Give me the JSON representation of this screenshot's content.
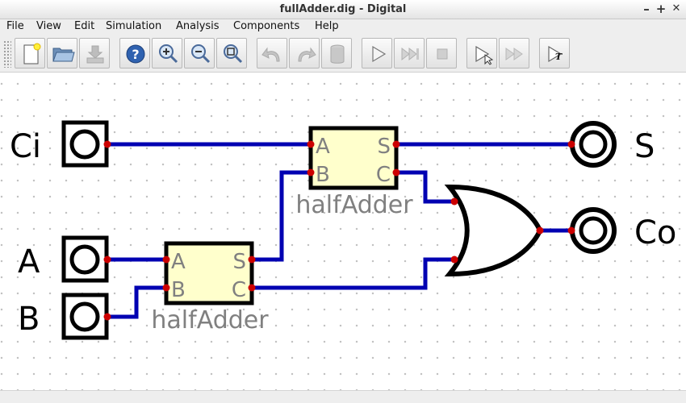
{
  "window": {
    "title": "fullAdder.dig - Digital",
    "minimize": "–",
    "maximize": "+",
    "close": "✕"
  },
  "menu": [
    "File",
    "View",
    "Edit",
    "Simulation",
    "Analysis",
    "Components",
    "Help"
  ],
  "toolbar": {
    "buttons": [
      {
        "name": "new-file-icon",
        "enabled": true
      },
      {
        "name": "open-folder-icon",
        "enabled": true
      },
      {
        "name": "save-icon",
        "enabled": false
      },
      {
        "name": "help-icon",
        "enabled": true
      },
      {
        "name": "zoom-in-icon",
        "enabled": true
      },
      {
        "name": "zoom-out-icon",
        "enabled": true
      },
      {
        "name": "zoom-fit-icon",
        "enabled": true
      },
      {
        "name": "undo-icon",
        "enabled": false
      },
      {
        "name": "redo-icon",
        "enabled": false
      },
      {
        "name": "delete-icon",
        "enabled": false
      },
      {
        "name": "start-simulation-icon",
        "enabled": true
      },
      {
        "name": "fast-run-icon",
        "enabled": false
      },
      {
        "name": "stop-simulation-icon",
        "enabled": false
      },
      {
        "name": "step-icon",
        "enabled": true
      },
      {
        "name": "run-to-break-icon",
        "enabled": false
      },
      {
        "name": "tests-icon",
        "enabled": true
      }
    ]
  },
  "colors": {
    "wire": "#0000b2",
    "pin": "#cc0000",
    "component_fill": "#ffffcc",
    "subtle_text": "#808080"
  },
  "circuit": {
    "inputs": [
      "Ci",
      "A",
      "B"
    ],
    "outputs": [
      "S",
      "Co"
    ],
    "half_adders": [
      {
        "label": "halfAdder",
        "in": [
          "A",
          "B"
        ],
        "out": [
          "S",
          "C"
        ]
      },
      {
        "label": "halfAdder",
        "in": [
          "A",
          "B"
        ],
        "out": [
          "S",
          "C"
        ]
      }
    ],
    "gate": "OR"
  }
}
